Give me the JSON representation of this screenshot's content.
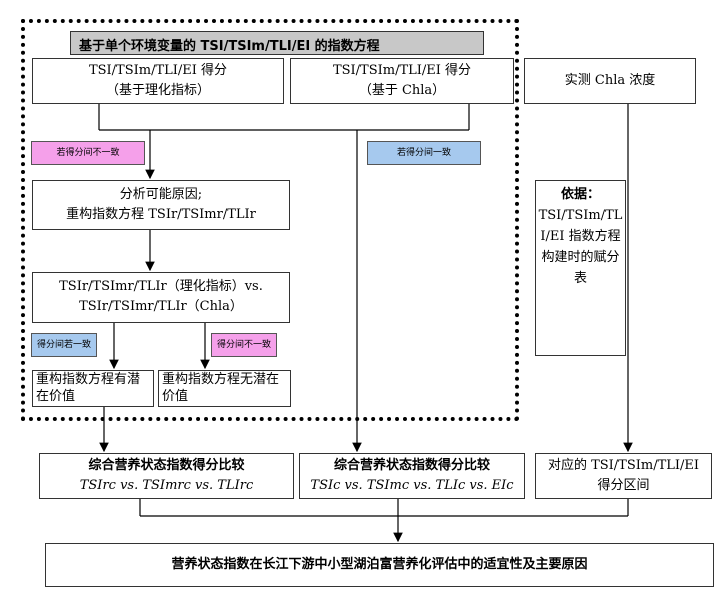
{
  "title": "基于单个环境变量的 TSI/TSIm/TLI/EI 的指数方程",
  "box_physchem": {
    "line1": "TSI/TSIm/TLI/EI 得分",
    "line2": "（基于理化指标）"
  },
  "box_chla_score": {
    "line1": "TSI/TSIm/TLI/EI 得分",
    "line2": "（基于 Chla）"
  },
  "box_measured": {
    "line1": "实测 Chla 浓度"
  },
  "tag_inconsistent_left": "若得分间不一致",
  "tag_inconsistent_mid": "若得分间一致",
  "box_analyze": {
    "line1": "分析可能原因;",
    "line2": "重构指数方程 TSIr/TSImr/TLIr"
  },
  "box_compare": {
    "line1": "TSIr/TSImr/TLIr（理化指标）vs.",
    "line2": "TSIr/TSImr/TLIr（Chla）"
  },
  "tag_consistent": "得分间若一致",
  "tag_inconsistent_right": "得分间不一致",
  "box_potential": {
    "text": "重构指数方程有潜在价值"
  },
  "box_no_potential": {
    "text": "重构指数方程无潜在价值"
  },
  "box_basis": {
    "heading": "依据：",
    "body": "TSI/TSIm/TLI/EI 指数方程构建时的赋分表"
  },
  "box_comp1": {
    "heading": "综合营养状态指数得分比较",
    "line2": "TSIrc vs. TSImrc vs. TLIrc"
  },
  "box_comp2": {
    "heading": "综合营养状态指数得分比较",
    "line2": "TSIc vs. TSImc vs. TLIc vs. EIc"
  },
  "box_interval": {
    "line1": "对应的 TSI/TSIm/TLI/EI",
    "line2": "得分区间"
  },
  "box_final": {
    "text": "营养状态指数在长江下游中小型湖泊富营养化评估中的适宜性及主要原因"
  }
}
